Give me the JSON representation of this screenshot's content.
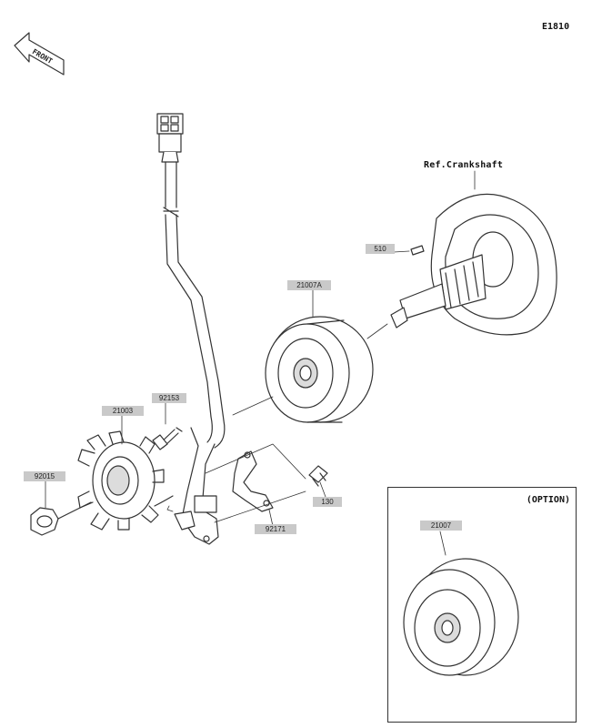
{
  "diagram_code": "E1810",
  "front_label": "FRONT",
  "reference": "Ref.Crankshaft",
  "option_title": "(OPTION)",
  "parts": {
    "p510": "510",
    "p21007A": "21007A",
    "p92153": "92153",
    "p21003": "21003",
    "p92015": "92015",
    "p130": "130",
    "p92171": "92171",
    "p21007": "21007"
  },
  "colors": {
    "line": "#333333",
    "label_bg": "#c9c9c9",
    "part_fill": "#ffffff",
    "shade": "#dcdcdc"
  }
}
